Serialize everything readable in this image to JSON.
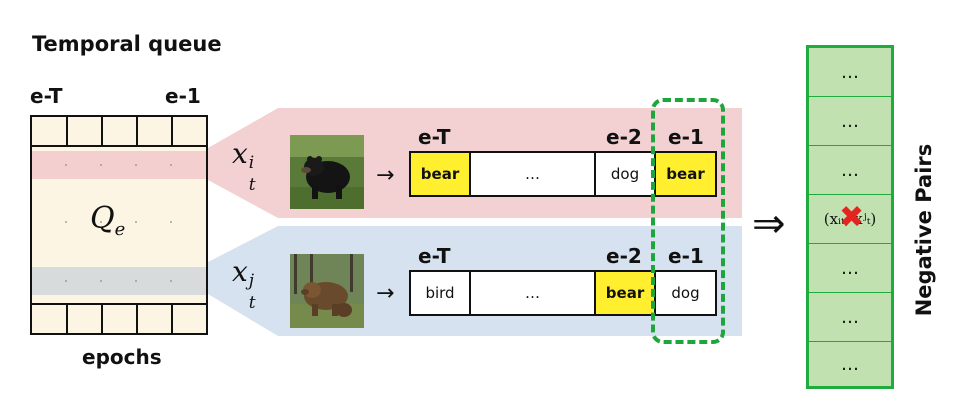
{
  "queue": {
    "title": "Temporal queue",
    "left_label": "e-T",
    "right_label": "e-1",
    "symbol": "Q",
    "symbol_sub": "e",
    "bottom_label": "epochs"
  },
  "sample_i": {
    "symbol": "x",
    "sub": "t",
    "sup": "i",
    "arrow": "→",
    "header_left": "e-T",
    "header_mid": "e-2",
    "header_right": "e-1",
    "cells": [
      "bear",
      "…",
      "dog",
      "bear"
    ]
  },
  "sample_j": {
    "symbol": "x",
    "sub": "t",
    "sup": "j",
    "arrow": "→",
    "header_left": "e-T",
    "header_mid": "e-2",
    "header_right": "e-1",
    "cells": [
      "bird",
      "…",
      "bear",
      "dog"
    ]
  },
  "implies": "⇒",
  "negative_pairs": {
    "label": "Negative Pairs",
    "ellipsis": "…",
    "pair_text": "(xᵢₜ, xʲₜ)",
    "cross": "✖"
  },
  "colors": {
    "pink": "#f3d0d2",
    "blue": "#d6e2ef",
    "queue_bg": "#fdf5e4",
    "queue_pink": "#f3cfcf",
    "queue_gray": "#d7dbdc",
    "yellow": "#ffef2e",
    "green_fill": "#c1e2b0",
    "green_border": "#1fab3e",
    "dash_green": "#1ea63c",
    "cross_red": "#e32420"
  }
}
